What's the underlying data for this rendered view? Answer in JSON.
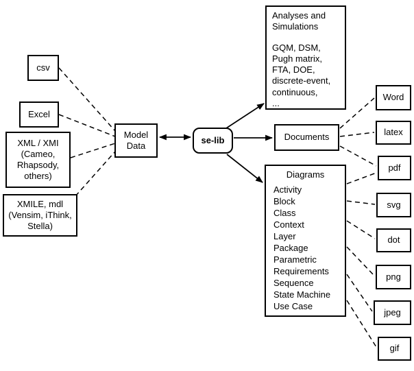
{
  "diagram": {
    "colors": {
      "stroke": "#000000",
      "background": "#ffffff"
    },
    "nodes": {
      "csv": {
        "label": "csv"
      },
      "excel": {
        "label": "Excel"
      },
      "xml_xmi": {
        "label": "XML / XMI\n(Cameo,\nRhapsody,\nothers)"
      },
      "xmile": {
        "label": "XMILE, mdl\n(Vensim, iThink,\nStella)"
      },
      "model_data": {
        "label": "Model\nData"
      },
      "se_lib": {
        "label": "se-lib"
      },
      "analyses": {
        "title": "Analyses and\nSimulations",
        "items": [
          "GQM, DSM,",
          "Pugh matrix,",
          "FTA, DOE,",
          "discrete-event,",
          "continuous,",
          "..."
        ]
      },
      "documents": {
        "label": "Documents"
      },
      "diagrams": {
        "title": "Diagrams",
        "items": [
          "Activity",
          "Block",
          "Class",
          "Context",
          "Layer",
          "Package",
          "Parametric",
          "Requirements",
          "Sequence",
          "State Machine",
          "Use Case"
        ]
      },
      "word": {
        "label": "Word"
      },
      "latex": {
        "label": "latex"
      },
      "pdf": {
        "label": "pdf"
      },
      "svg": {
        "label": "svg"
      },
      "dot": {
        "label": "dot"
      },
      "png": {
        "label": "png"
      },
      "jpeg": {
        "label": "jpeg"
      },
      "gif": {
        "label": "gif"
      }
    }
  }
}
